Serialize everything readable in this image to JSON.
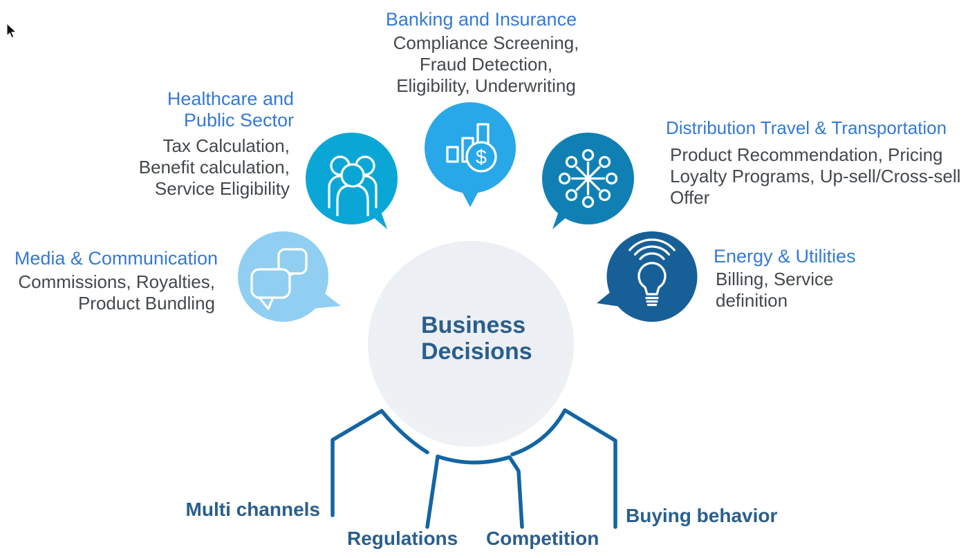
{
  "colors": {
    "heading": "#3579D6",
    "body": "#43484C",
    "accent": "#2A5E8C",
    "line": "#1365A4",
    "circlefill": "#ECEFF3"
  },
  "center": {
    "label": "Business\nDecisions"
  },
  "sectors": [
    {
      "name": "healthcare-public-sector",
      "heading": "Healthcare and\nPublic Sector",
      "details": "Tax Calculation,\nBenefit calculation,\nService Eligibility",
      "bubble_color": "#0AA7D6",
      "icon": "people-group-icon"
    },
    {
      "name": "banking-insurance",
      "heading": "Banking and Insurance",
      "details": "Compliance Screening,\nFraud Detection,\nEligibility, Underwriting",
      "bubble_color": "#28A8E8",
      "icon": "bar-chart-dollar-icon",
      "coin_symbol": "$"
    },
    {
      "name": "distribution-travel-transportation",
      "heading": "Distribution Travel & Transportation",
      "details": "Product Recommendation, Pricing\nLoyalty Programs, Up-sell/Cross-sell\nOffer",
      "bubble_color": "#1080B4",
      "icon": "hub-spoke-icon"
    },
    {
      "name": "media-communication",
      "heading": "Media & Communication",
      "details": "Commissions, Royalties,\nProduct Bundling",
      "bubble_color": "#90CFF2",
      "icon": "chat-bubbles-icon"
    },
    {
      "name": "energy-utilities",
      "heading": "Energy & Utilities",
      "details": "Billing, Service\ndefinition",
      "bubble_color": "#175F97",
      "icon": "lightbulb-wifi-icon"
    }
  ],
  "factors": [
    {
      "label": "Multi channels"
    },
    {
      "label": "Regulations"
    },
    {
      "label": "Competition"
    },
    {
      "label": "Buying behavior"
    }
  ]
}
